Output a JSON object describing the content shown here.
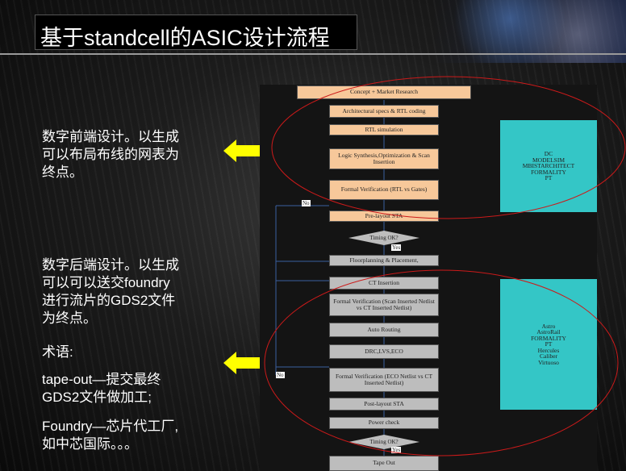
{
  "slide": {
    "title": "基于standcell的ASIC设计流程",
    "frontend_text": [
      "数字前端设计。以生成",
      "可以布局布线的网表为",
      "终点。"
    ],
    "backend_text": [
      "数字后端设计。以生成",
      "可以可以送交foundry",
      "进行流片的GDS2文件",
      "为终点。"
    ],
    "term_heading": "术语:",
    "term_tapeout": [
      "tape-out—提交最终",
      "GDS2文件做加工;"
    ],
    "term_foundry": [
      "Foundry—芯片代工厂,",
      "如中芯国际。。。"
    ]
  },
  "flow": {
    "steps": [
      "Concept + Market Research",
      "Architectural specs & RTL coding",
      "RTL simulation",
      "Logic Synthesis,Optimization & Scan Insertion",
      "Formal Verification (RTL vs Gates)",
      "Pre-layout STA",
      "Floorplanning & Placement,",
      "CT Insertion",
      "Formal Verification (Scan Inserted Netlist vs CT Inserted Netlist)",
      "Auto Routing",
      "DRC,LVS,ECO",
      "Formal Verification (ECO Netlist vs CT Inserted Netlist)",
      "Post-layout STA",
      "Power check",
      "Tape Out"
    ],
    "decision1": "Timing OK?",
    "decision2": "Timing OK?",
    "yes": "Yes",
    "no": "No",
    "frontend_tools": [
      "DC",
      "MODELSIM",
      "MBISTARCHITECT",
      "FORMALITY",
      "PT"
    ],
    "backend_tools": [
      "Astro",
      "AstroRail",
      "FORMALITY",
      "PT",
      "Hercules",
      "Caliber",
      "Virtuoso"
    ]
  },
  "colors": {
    "arrow": "#ffff00",
    "ellipse": "#cc1a1a",
    "orange_box": "#f7c89a",
    "gray_box": "#bdbdbd",
    "tool_box": "#34c6c6"
  }
}
